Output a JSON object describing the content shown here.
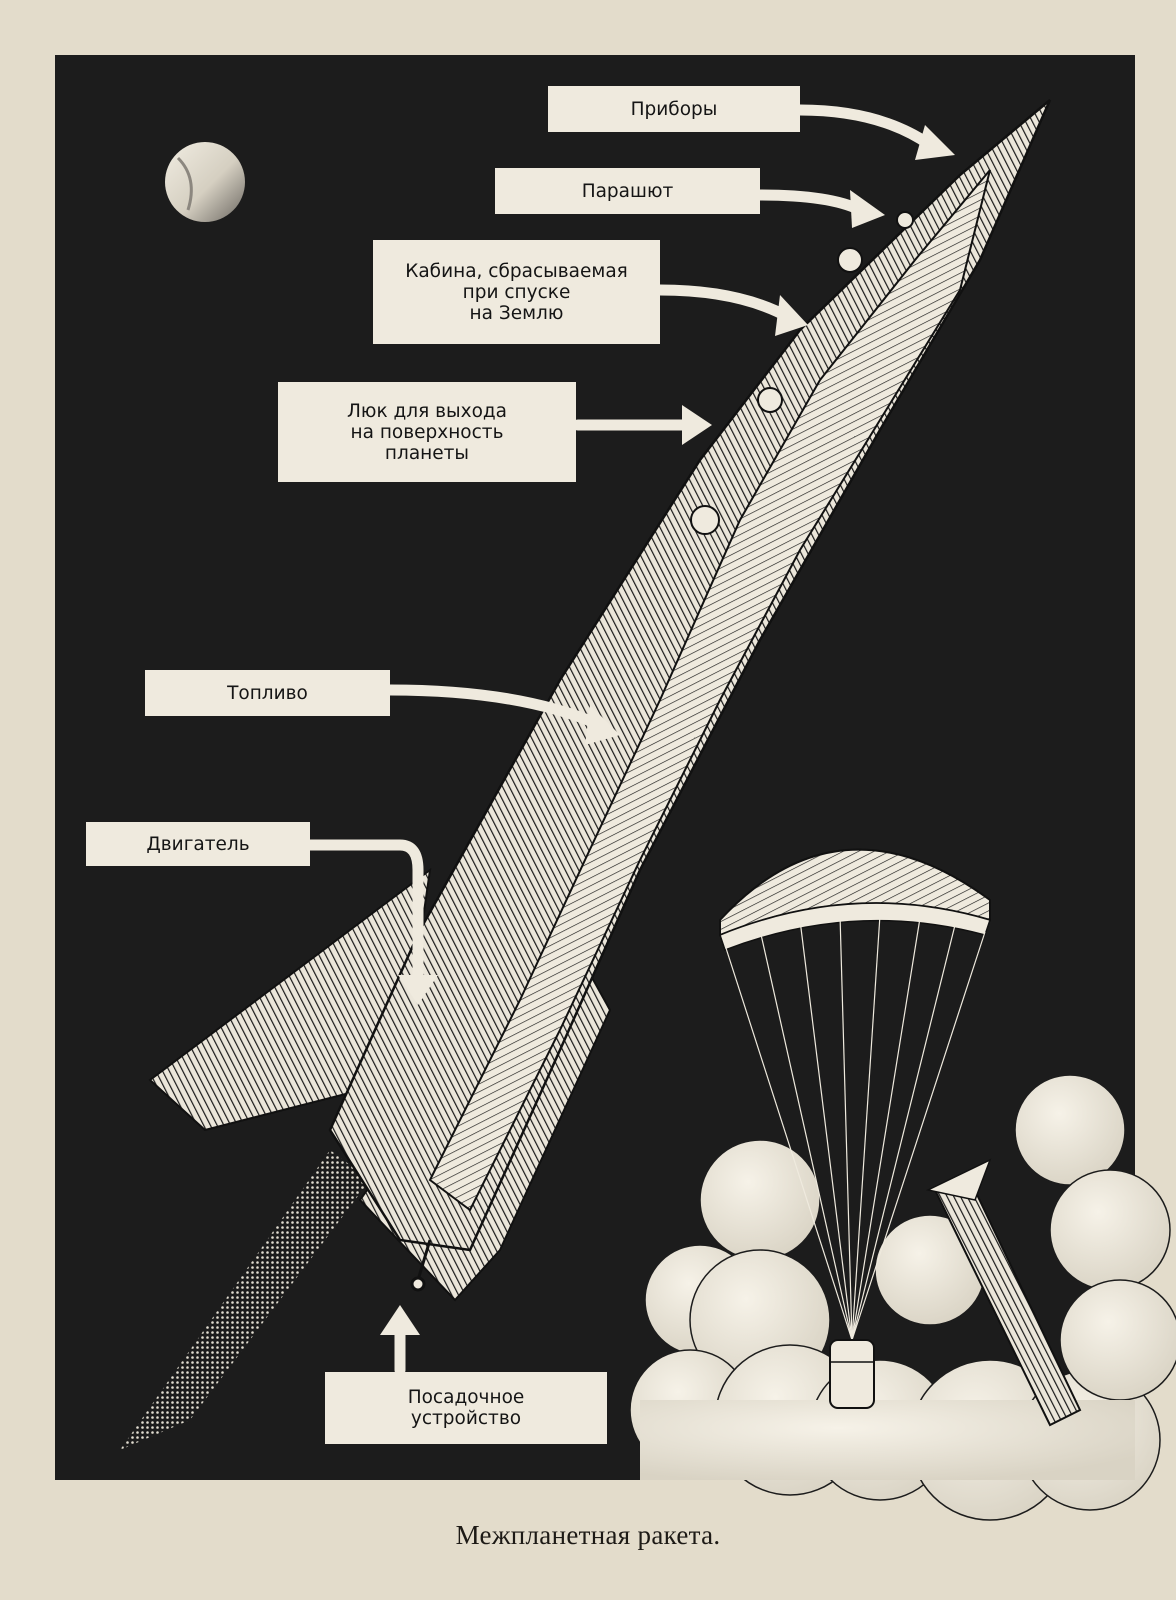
{
  "labels": {
    "instruments": "Приборы",
    "parachute": "Парашют",
    "cabin": "Кабина, сбрасываемая\nпри спуске\nна Землю",
    "hatch": "Люк для выхода\nна поверхность\nпланеты",
    "fuel": "Топливо",
    "engine": "Двигатель",
    "landing_gear": "Посадочное\nустройство"
  },
  "caption": "Межпланетная ракета.",
  "colors": {
    "paper": "#e3dccb",
    "ink": "#151515",
    "sky": "#1c1c1c",
    "label_bg": "#efeade"
  }
}
